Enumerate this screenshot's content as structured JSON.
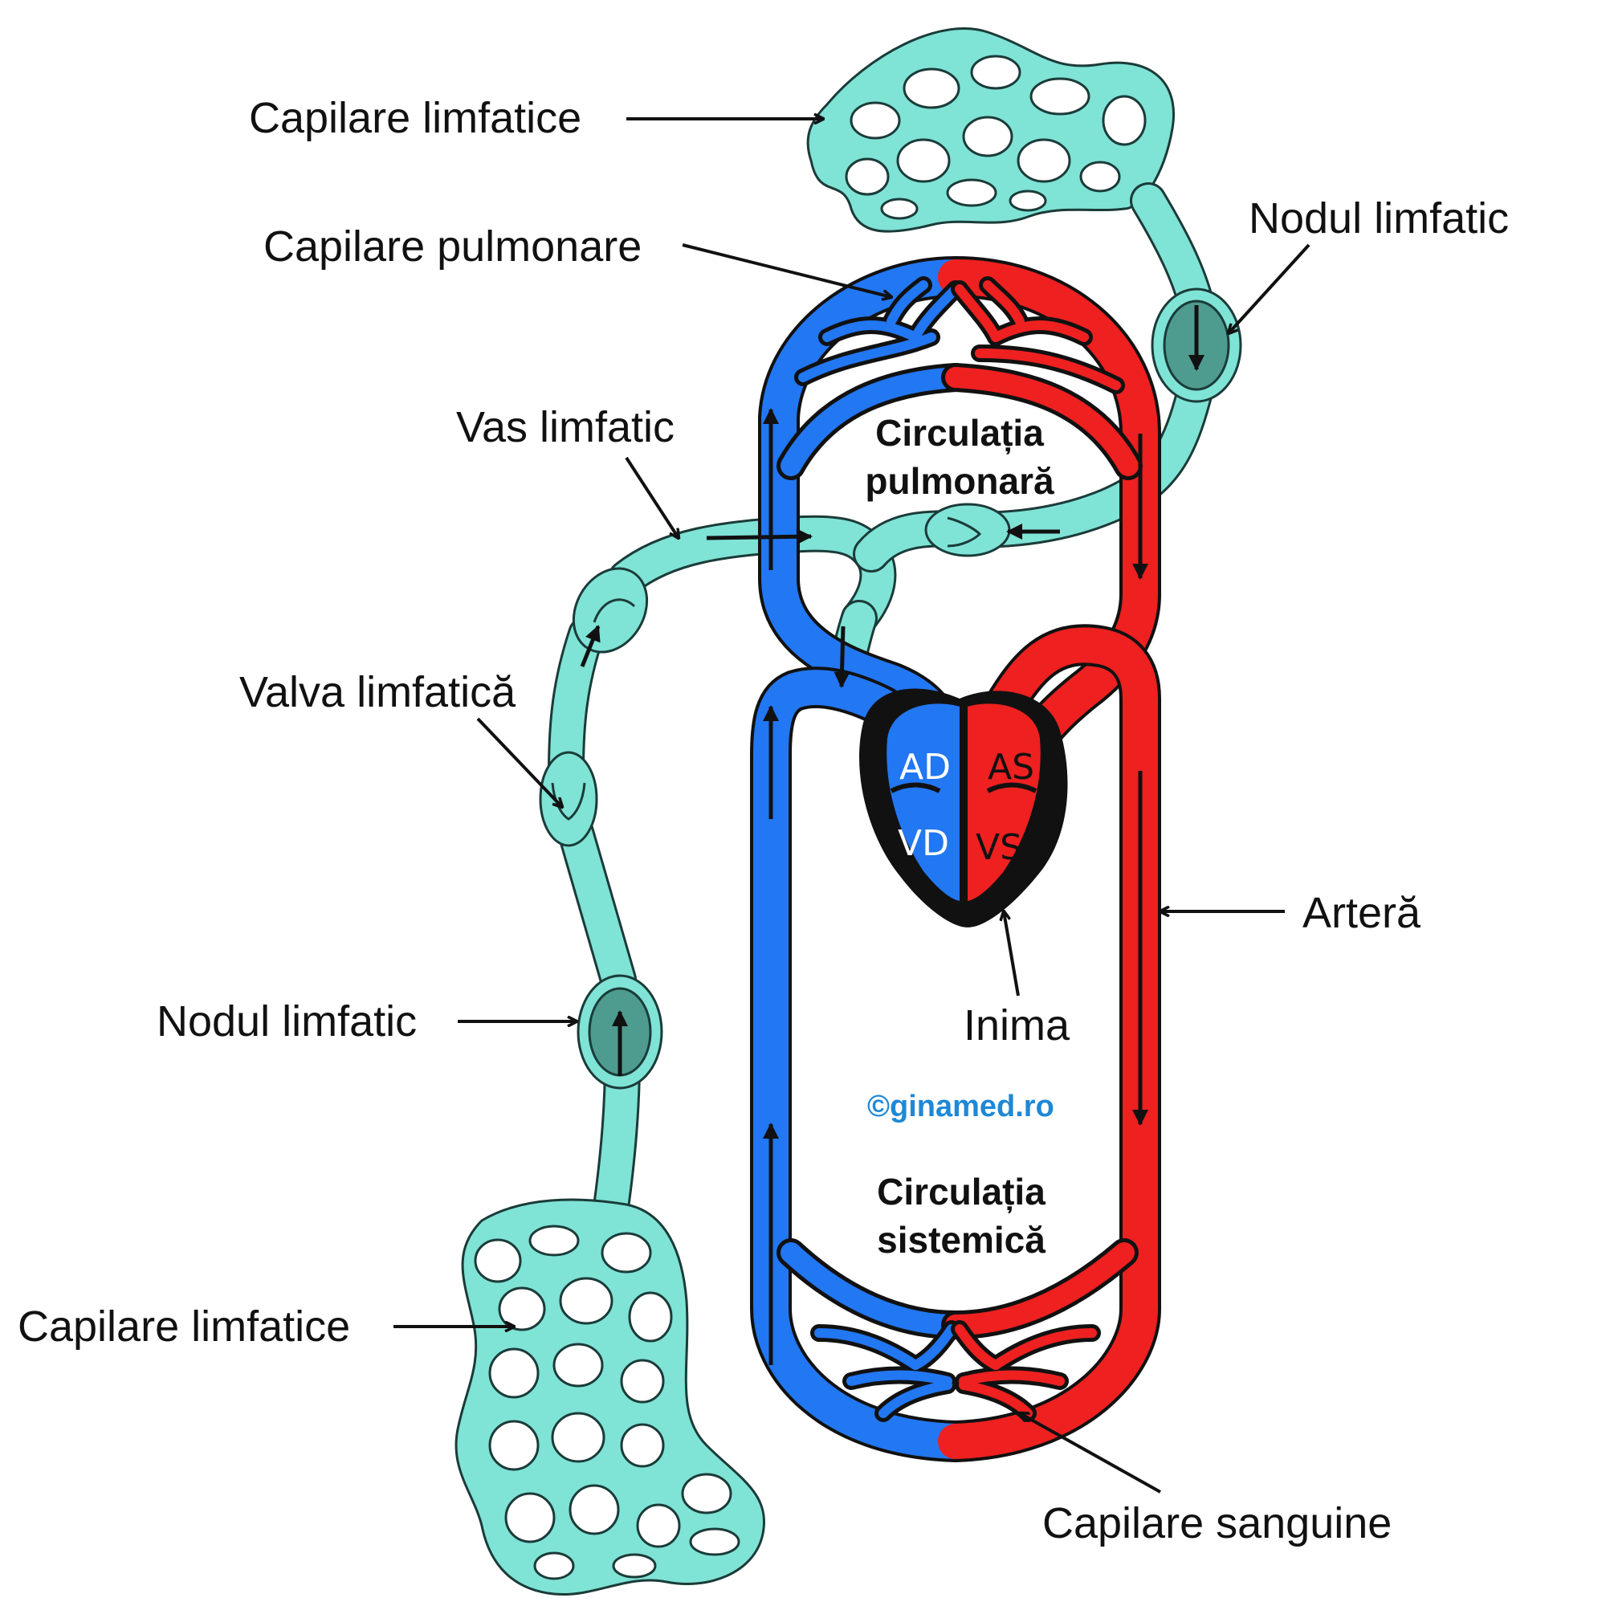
{
  "colors": {
    "lymph": "#7fe3d6",
    "lymph_node": "#4e9b90",
    "vein_blue": "#2277f2",
    "artery_red": "#ee2020",
    "outline": "#111111",
    "watermark": "#1e88d6"
  },
  "labels": {
    "capilare_limfatice_top": "Capilare limfatice",
    "nodul_limfatic_right": "Nodul limfatic",
    "capilare_pulmonare": "Capilare pulmonare",
    "vas_limfatic": "Vas limfatic",
    "circulatia_pulmonara_1": "Circulația",
    "circulatia_pulmonara_2": "pulmonară",
    "valva_limfatica": "Valva limfatică",
    "nodul_limfatic_left": "Nodul limfatic",
    "artera": "Arteră",
    "inima": "Inima",
    "watermark": "©ginamed.ro",
    "circulatia_sistemica_1": "Circulația",
    "circulatia_sistemica_2": "sistemică",
    "capilare_limfatice_bottom": "Capilare limfatice",
    "capilare_sanguine": "Capilare sanguine"
  },
  "heart": {
    "ad": "AD",
    "as": "AS",
    "vd": "VD",
    "vs": "VS"
  }
}
